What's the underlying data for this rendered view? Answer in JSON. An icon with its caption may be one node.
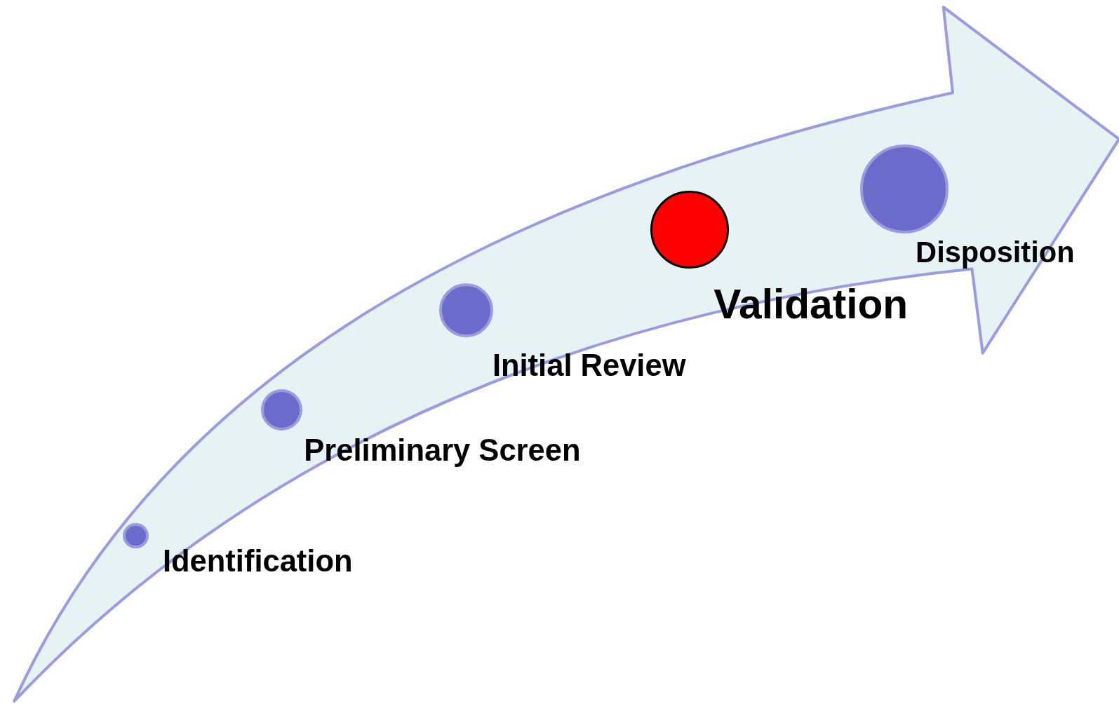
{
  "diagram": {
    "nodes": [
      {
        "text": [],
        "shape": "circle",
        "beside": [
          "Identification"
        ]
      },
      {
        "text": [],
        "shape": "circle",
        "beside": [
          "Preliminary Screen"
        ]
      },
      {
        "text": [],
        "shape": "circle",
        "beside": [
          "Initial Review"
        ]
      },
      {
        "text": [],
        "shape": "circle",
        "beside": [
          "Validation"
        ]
      },
      {
        "text": [],
        "shape": "circle",
        "beside": [
          "Disposition"
        ]
      }
    ]
  }
}
